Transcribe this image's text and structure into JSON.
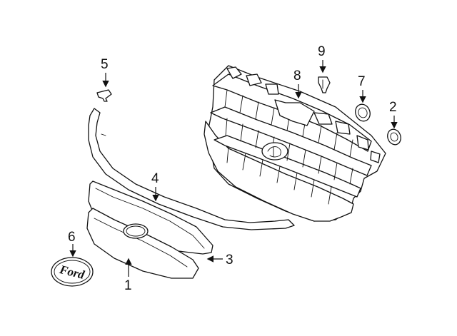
{
  "diagram": {
    "callouts": [
      {
        "id": "1",
        "label": "1"
      },
      {
        "id": "2",
        "label": "2"
      },
      {
        "id": "3",
        "label": "3"
      },
      {
        "id": "4",
        "label": "4"
      },
      {
        "id": "5",
        "label": "5"
      },
      {
        "id": "6",
        "label": "6"
      },
      {
        "id": "7",
        "label": "7"
      },
      {
        "id": "8",
        "label": "8"
      },
      {
        "id": "9",
        "label": "9"
      }
    ],
    "emblem_text": "Ford"
  }
}
